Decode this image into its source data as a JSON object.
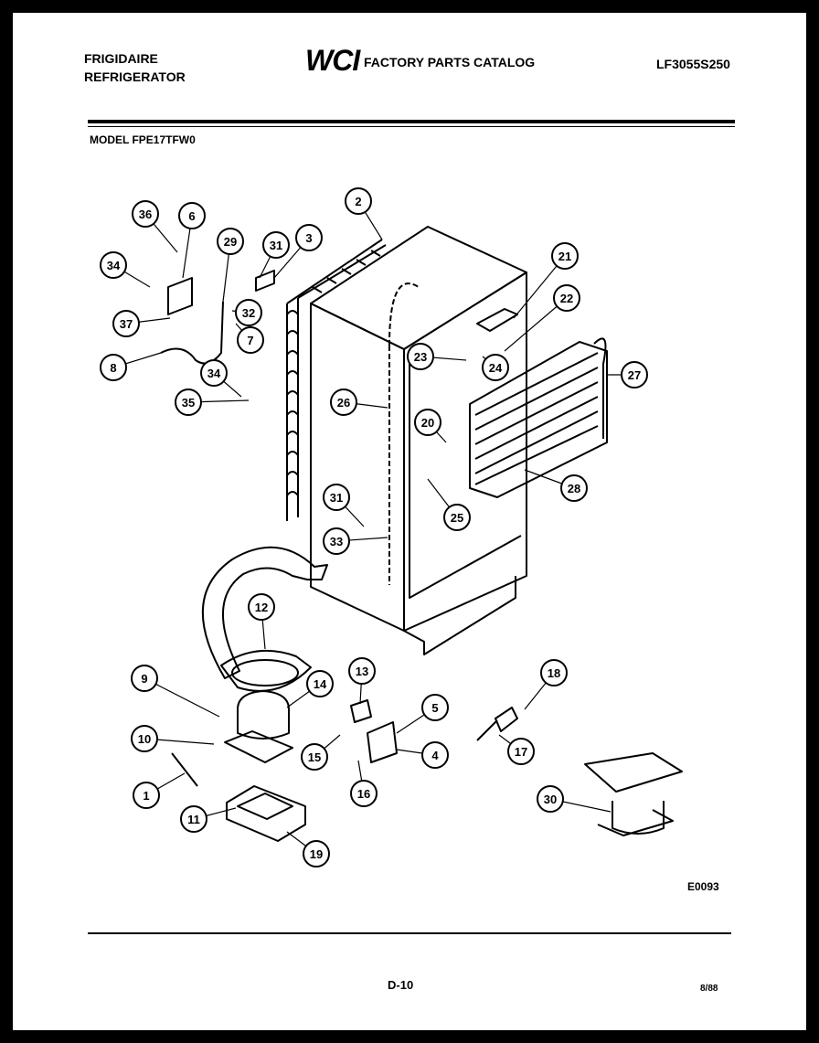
{
  "header": {
    "brand_line1": "FRIGIDAIRE",
    "brand_line2": "REFRIGERATOR",
    "logo": "WCI",
    "catalog_title": "FACTORY PARTS CATALOG",
    "catalog_number": "LF3055S250",
    "model": "MODEL FPE17TFW0"
  },
  "diagram": {
    "code": "E0093",
    "callouts": [
      "36",
      "6",
      "29",
      "31",
      "3",
      "2",
      "34",
      "37",
      "32",
      "7",
      "8",
      "34",
      "35",
      "26",
      "21",
      "22",
      "23",
      "24",
      "27",
      "20",
      "28",
      "31",
      "25",
      "33",
      "12",
      "9",
      "13",
      "18",
      "14",
      "5",
      "10",
      "15",
      "17",
      "4",
      "1",
      "16",
      "11",
      "30",
      "19"
    ]
  },
  "footer": {
    "page_number": "D-10",
    "date": "8/88"
  }
}
